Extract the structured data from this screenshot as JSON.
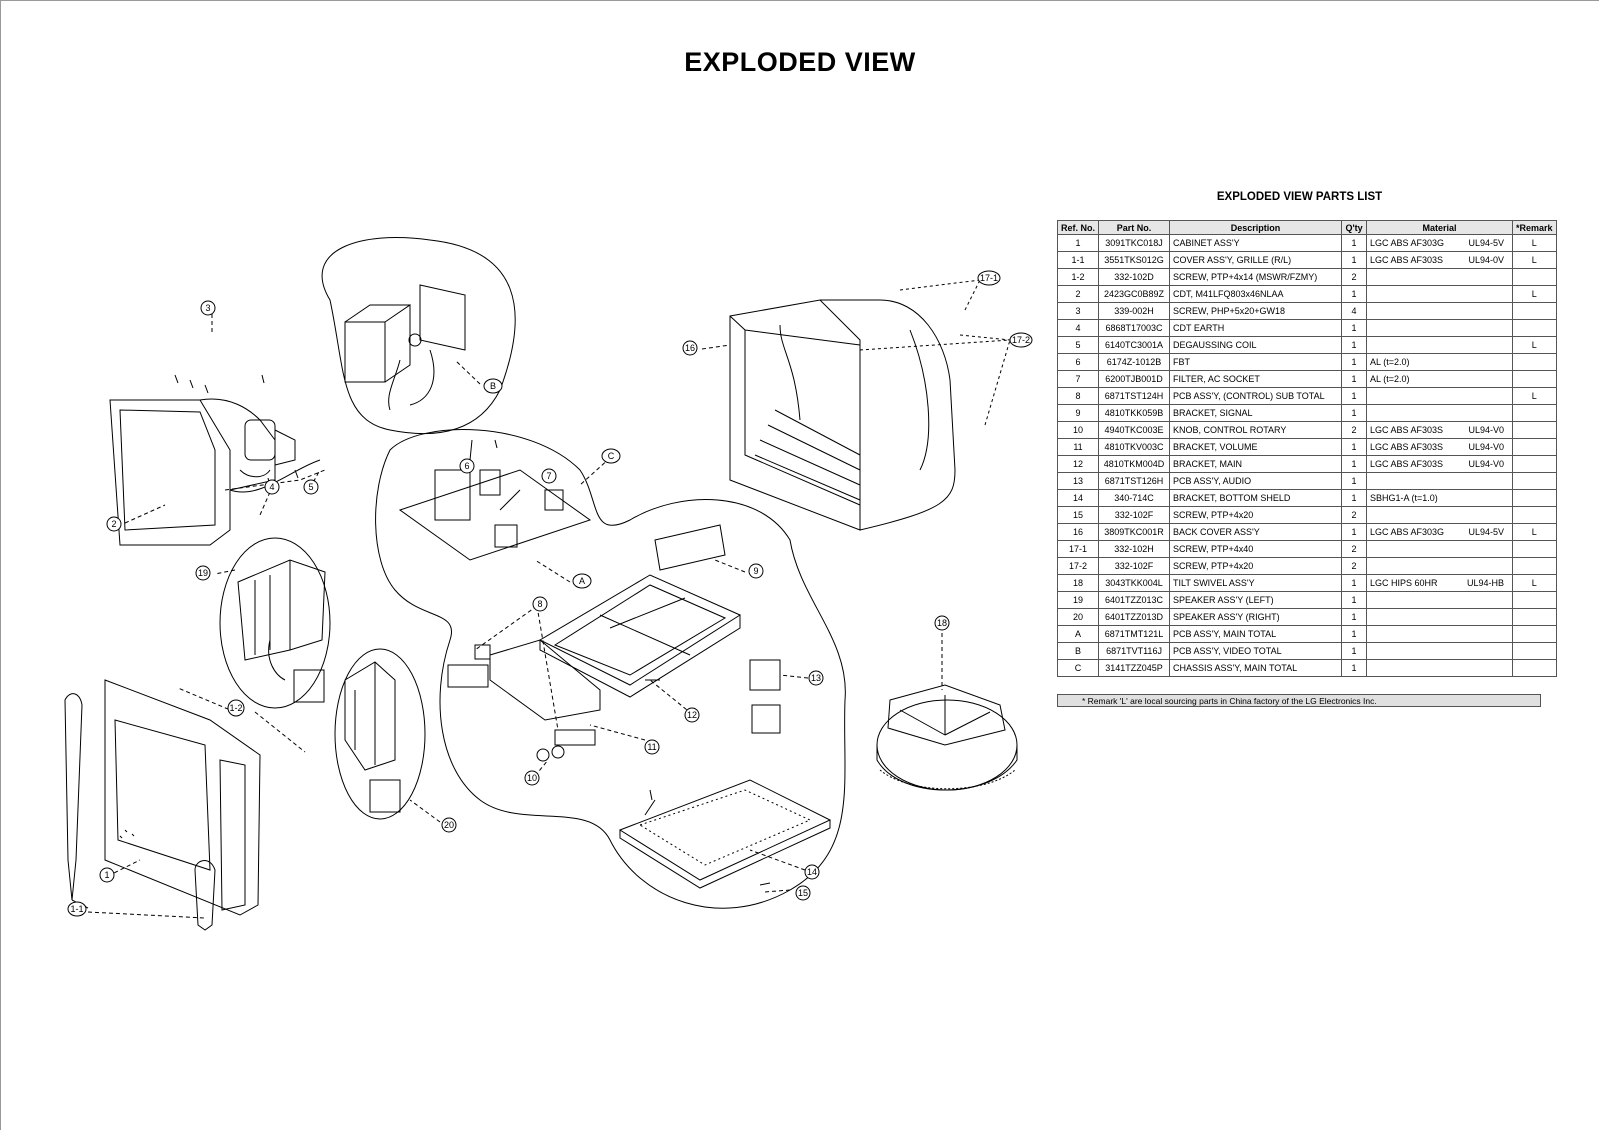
{
  "page_title": "EXPLODED VIEW",
  "parts_list": {
    "title": "EXPLODED VIEW PARTS LIST",
    "headers": [
      "Ref. No.",
      "Part No.",
      "Description",
      "Q'ty",
      "Material",
      "*Remark"
    ],
    "rows": [
      {
        "ref": "1",
        "part": "3091TKC018J",
        "desc": "CABINET ASS'Y",
        "qty": "1",
        "material": "LGC ABS AF303G",
        "ul": "UL94-5V",
        "remark": "L"
      },
      {
        "ref": "1-1",
        "part": "3551TKS012G",
        "desc": "COVER ASS'Y, GRILLE (R/L)",
        "qty": "1",
        "material": "LGC ABS AF303S",
        "ul": "UL94-0V",
        "remark": "L"
      },
      {
        "ref": "1-2",
        "part": "332-102D",
        "desc": "SCREW, PTP+4x14 (MSWR/FZMY)",
        "qty": "2",
        "material": "",
        "ul": "",
        "remark": ""
      },
      {
        "ref": "2",
        "part": "2423GC0B89Z",
        "desc": "CDT, M41LFQ803x46NLAA",
        "qty": "1",
        "material": "",
        "ul": "",
        "remark": "L"
      },
      {
        "ref": "3",
        "part": "339-002H",
        "desc": "SCREW, PHP+5x20+GW18",
        "qty": "4",
        "material": "",
        "ul": "",
        "remark": ""
      },
      {
        "ref": "4",
        "part": "6868T17003C",
        "desc": "CDT EARTH",
        "qty": "1",
        "material": "",
        "ul": "",
        "remark": ""
      },
      {
        "ref": "5",
        "part": "6140TC3001A",
        "desc": "DEGAUSSING COIL",
        "qty": "1",
        "material": "",
        "ul": "",
        "remark": "L"
      },
      {
        "ref": "6",
        "part": "6174Z-1012B",
        "desc": "FBT",
        "qty": "1",
        "material": "AL (t=2.0)",
        "ul": "",
        "remark": ""
      },
      {
        "ref": "7",
        "part": "6200TJB001D",
        "desc": "FILTER, AC SOCKET",
        "qty": "1",
        "material": "AL (t=2.0)",
        "ul": "",
        "remark": ""
      },
      {
        "ref": "8",
        "part": "6871TST124H",
        "desc": "PCB ASS'Y, (CONTROL) SUB TOTAL",
        "qty": "1",
        "material": "",
        "ul": "",
        "remark": "L"
      },
      {
        "ref": "9",
        "part": "4810TKK059B",
        "desc": "BRACKET, SIGNAL",
        "qty": "1",
        "material": "",
        "ul": "",
        "remark": ""
      },
      {
        "ref": "10",
        "part": "4940TKC003E",
        "desc": "KNOB, CONTROL ROTARY",
        "qty": "2",
        "material": "LGC ABS AF303S",
        "ul": "UL94-V0",
        "remark": ""
      },
      {
        "ref": "11",
        "part": "4810TKV003C",
        "desc": "BRACKET, VOLUME",
        "qty": "1",
        "material": "LGC ABS AF303S",
        "ul": "UL94-V0",
        "remark": ""
      },
      {
        "ref": "12",
        "part": "4810TKM004D",
        "desc": "BRACKET, MAIN",
        "qty": "1",
        "material": "LGC ABS AF303S",
        "ul": "UL94-V0",
        "remark": ""
      },
      {
        "ref": "13",
        "part": "6871TST126H",
        "desc": "PCB ASS'Y, AUDIO",
        "qty": "1",
        "material": "",
        "ul": "",
        "remark": ""
      },
      {
        "ref": "14",
        "part": "340-714C",
        "desc": "BRACKET, BOTTOM SHELD",
        "qty": "1",
        "material": "SBHG1-A (t=1.0)",
        "ul": "",
        "remark": ""
      },
      {
        "ref": "15",
        "part": "332-102F",
        "desc": "SCREW, PTP+4x20",
        "qty": "2",
        "material": "",
        "ul": "",
        "remark": ""
      },
      {
        "ref": "16",
        "part": "3809TKC001R",
        "desc": "BACK COVER ASS'Y",
        "qty": "1",
        "material": "LGC ABS AF303G",
        "ul": "UL94-5V",
        "remark": "L"
      },
      {
        "ref": "17-1",
        "part": "332-102H",
        "desc": "SCREW, PTP+4x40",
        "qty": "2",
        "material": "",
        "ul": "",
        "remark": ""
      },
      {
        "ref": "17-2",
        "part": "332-102F",
        "desc": "SCREW, PTP+4x20",
        "qty": "2",
        "material": "",
        "ul": "",
        "remark": ""
      },
      {
        "ref": "18",
        "part": "3043TKK004L",
        "desc": "TILT SWIVEL ASS'Y",
        "qty": "1",
        "material": "LGC HIPS 60HR",
        "ul": "UL94-HB",
        "remark": "L"
      },
      {
        "ref": "19",
        "part": "6401TZZ013C",
        "desc": "SPEAKER ASS'Y (LEFT)",
        "qty": "1",
        "material": "",
        "ul": "",
        "remark": ""
      },
      {
        "ref": "20",
        "part": "6401TZZ013D",
        "desc": "SPEAKER ASS'Y (RIGHT)",
        "qty": "1",
        "material": "",
        "ul": "",
        "remark": ""
      },
      {
        "ref": "A",
        "part": "6871TMT121L",
        "desc": "PCB ASS'Y, MAIN TOTAL",
        "qty": "1",
        "material": "",
        "ul": "",
        "remark": ""
      },
      {
        "ref": "B",
        "part": "6871TVT116J",
        "desc": "PCB ASS'Y, VIDEO TOTAL",
        "qty": "1",
        "material": "",
        "ul": "",
        "remark": ""
      },
      {
        "ref": "C",
        "part": "3141TZZ045P",
        "desc": "CHASSIS ASS'Y, MAIN TOTAL",
        "qty": "1",
        "material": "",
        "ul": "",
        "remark": ""
      }
    ],
    "note": "* Remark 'L' are local sourcing parts in China factory of the LG Electronics Inc."
  },
  "callouts": [
    {
      "label": "3"
    },
    {
      "label": "2"
    },
    {
      "label": "4"
    },
    {
      "label": "5"
    },
    {
      "label": "19"
    },
    {
      "label": "1-2"
    },
    {
      "label": "1"
    },
    {
      "label": "1-1"
    },
    {
      "label": "B"
    },
    {
      "label": "C"
    },
    {
      "label": "6"
    },
    {
      "label": "7"
    },
    {
      "label": "A"
    },
    {
      "label": "8"
    },
    {
      "label": "9"
    },
    {
      "label": "10"
    },
    {
      "label": "11"
    },
    {
      "label": "12"
    },
    {
      "label": "13"
    },
    {
      "label": "14"
    },
    {
      "label": "15"
    },
    {
      "label": "20"
    },
    {
      "label": "16"
    },
    {
      "label": "17-1"
    },
    {
      "label": "17-2"
    },
    {
      "label": "18"
    }
  ]
}
